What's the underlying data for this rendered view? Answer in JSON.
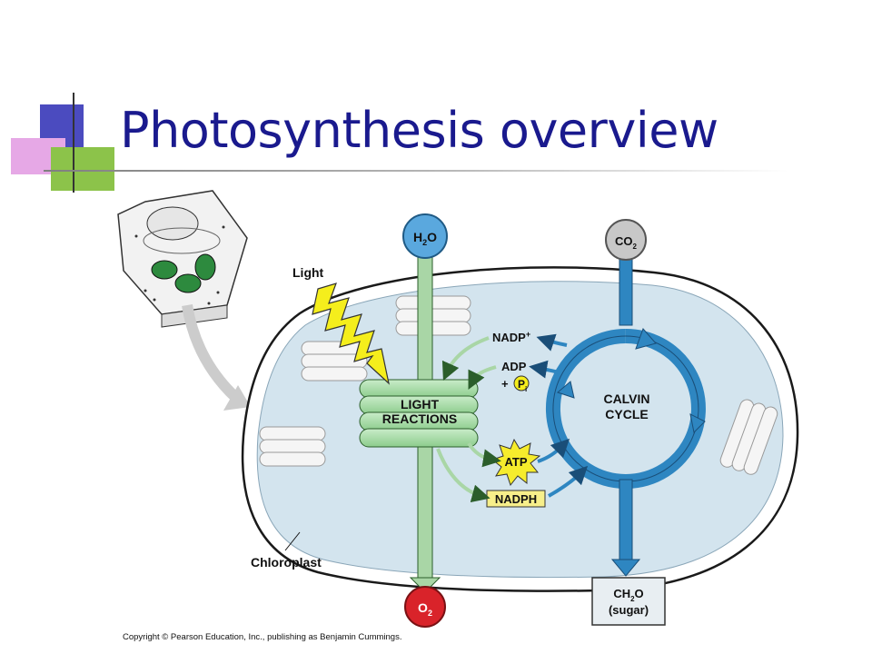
{
  "slide": {
    "title": "Photosynthesis overview",
    "copyright": "Copyright © Pearson Education, Inc., publishing as Benjamin Cummings."
  },
  "diagram": {
    "light_label": "Light",
    "h2o": {
      "main": "H",
      "sub": "2",
      "tail": "O"
    },
    "co2": {
      "main": "CO",
      "sub": "2"
    },
    "o2": {
      "main": "O",
      "sub": "2"
    },
    "light_reactions": {
      "line1": "LIGHT",
      "line2": "REACTIONS"
    },
    "calvin_cycle": {
      "line1": "CALVIN",
      "line2": "CYCLE"
    },
    "nadp": {
      "main": "NADP",
      "sup": "+"
    },
    "adp": "ADP",
    "pi": {
      "plus": "+",
      "main": "P",
      "sub": "i"
    },
    "atp": "ATP",
    "nadph": "NADPH",
    "ch2o": {
      "main": "CH",
      "sub": "2",
      "tail": "O",
      "line2": "(sugar)"
    },
    "chloroplast_label": "Chloroplast"
  },
  "colors": {
    "title": "#1a1a8e",
    "h2o_circle": "#5aa8de",
    "co2_circle": "#c8c8c8",
    "o2_circle": "#d9232a",
    "light_bolt": "#f5ee1c",
    "green_arrow": "#a9d6a6",
    "calvin_blue": "#2e86c1",
    "chloroplast_fill": "#d3e4ee",
    "atp_burst": "#f6ec2c",
    "nadph_box": "#f7ef8a"
  }
}
